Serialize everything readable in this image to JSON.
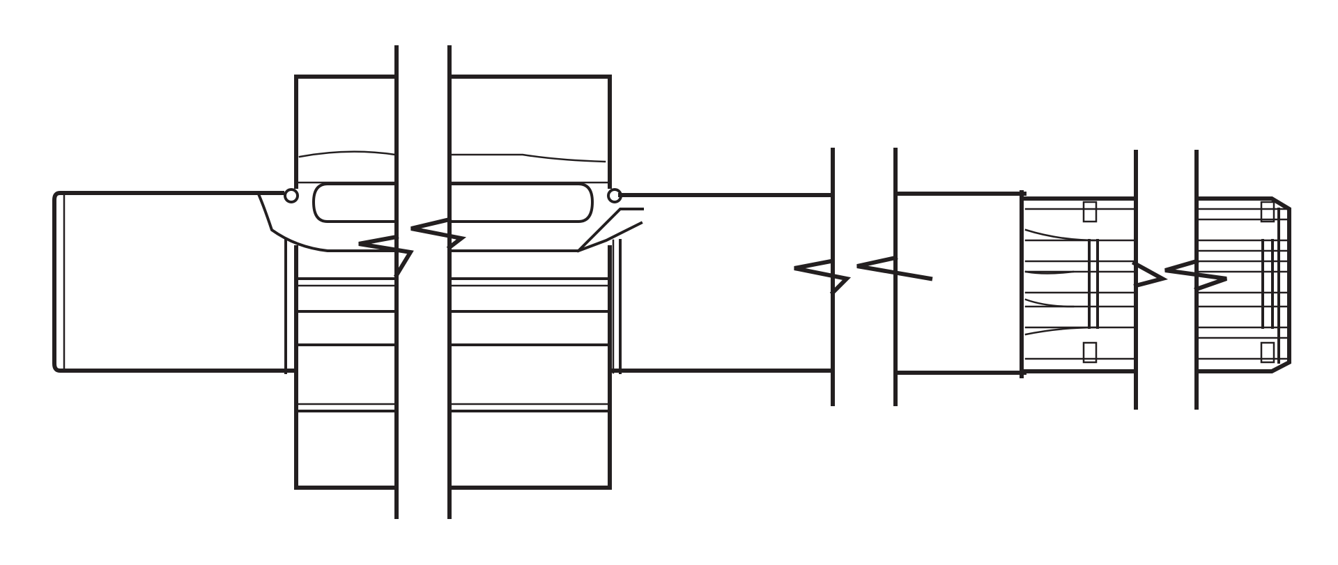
{
  "diagram": {
    "kind": "technical-line-drawing",
    "subject": "shaft",
    "colors": {
      "line": "#231f20",
      "background": "#ffffff"
    },
    "parts": [
      "plain-shaft-end",
      "keyway-gear",
      "plain-shaft-section",
      "splined-end"
    ]
  }
}
